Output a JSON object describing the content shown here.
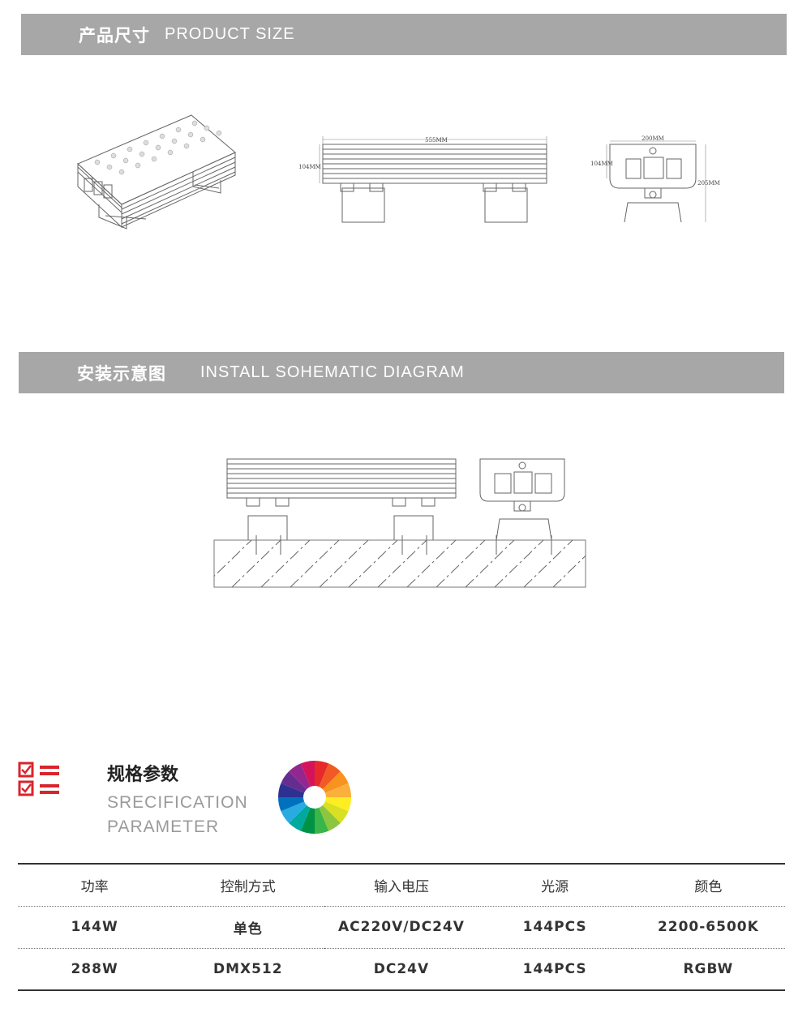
{
  "section1": {
    "title_cn": "产品尺寸",
    "title_en": "PRODUCT SIZE"
  },
  "section2": {
    "title_cn": "安装示意图",
    "title_en": "INSTALL SOHEMATIC DIAGRAM"
  },
  "dimensions": {
    "length": "555MM",
    "height": "104MM",
    "width": "200MM",
    "height_right": "104MM",
    "total_height": "205MM"
  },
  "spec": {
    "title_cn": "规格参数",
    "title_en_line1": "SRECIFICATION",
    "title_en_line2": "PARAMETER",
    "headers": [
      "功率",
      "控制方式",
      "输入电压",
      "光源",
      "颜色"
    ],
    "rows": [
      [
        "144W",
        "单色",
        "AC220V/DC24V",
        "144PCS",
        "2200-6500K"
      ],
      [
        "288W",
        "DMX512",
        "DC24V",
        "144PCS",
        "RGBW"
      ]
    ]
  },
  "colors": {
    "banner": "#a7a7a7",
    "accent_red": "#d9242c"
  }
}
